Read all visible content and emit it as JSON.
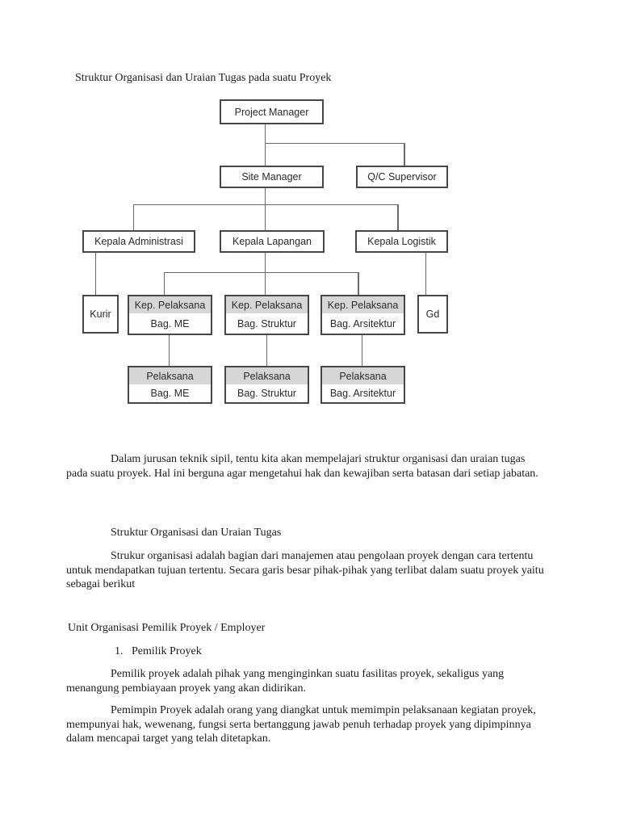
{
  "page": {
    "title": "Struktur Organisasi dan Uraian Tugas pada suatu Proyek"
  },
  "org_chart": {
    "project_manager": "Project Manager",
    "site_manager": "Site Manager",
    "qc_supervisor": "Q/C Supervisor",
    "kepala_administrasi": "Kepala Administrasi",
    "kepala_lapangan": "Kepala Lapangan",
    "kepala_logistik": "Kepala Logistik",
    "kurir": "Kurir",
    "gd": "Gd",
    "kep_pelaksana_me": {
      "title": "Kep. Pelaksana",
      "dept": "Bag. ME"
    },
    "kep_pelaksana_struktur": {
      "title": "Kep. Pelaksana",
      "dept": "Bag. Struktur"
    },
    "kep_pelaksana_arsitektur": {
      "title": "Kep. Pelaksana",
      "dept": "Bag. Arsitektur"
    },
    "pelaksana_me": {
      "title": "Pelaksana",
      "dept": "Bag. ME"
    },
    "pelaksana_struktur": {
      "title": "Pelaksana",
      "dept": "Bag. Struktur"
    },
    "pelaksana_arsitektur": {
      "title": "Pelaksana",
      "dept": "Bag. Arsitektur"
    },
    "colors": {
      "header_fill": "#d6d6d6",
      "box_border": "#474747",
      "connector": "#6a6a6a"
    }
  },
  "content": {
    "paragraph1": "Dalam jurusan teknik sipil, tentu kita akan mempelajari struktur organisasi dan uraian tugas pada suatu proyek. Hal ini berguna agar mengetahui hak dan kewajiban serta batasan dari setiap jabatan.",
    "heading1": "Struktur Organisasi dan Uraian Tugas",
    "paragraph2": "Strukur organisasi adalah bagian dari manajemen atau pengolaan proyek dengan cara tertentu untuk mendapatkan tujuan tertentu. Secara garis besar pihak-pihak yang terlibat dalam suatu proyek yaitu sebagai berikut",
    "heading2": "Unit Organisasi Pemilik Proyek / Employer",
    "list_item1_number": "1.",
    "list_item1_label": "Pemilik Proyek",
    "paragraph3": "Pemilik proyek adalah pihak yang menginginkan suatu fasilitas proyek, sekaligus yang menangung pembiayaan proyek yang akan didirikan.",
    "paragraph4": "Pemimpin Proyek adalah orang yang diangkat untuk memimpin pelaksanaan kegiatan proyek, mempunyai hak, wewenang, fungsi serta bertanggung jawab penuh terhadap proyek yang dipimpinnya dalam mencapai target yang telah ditetapkan."
  }
}
